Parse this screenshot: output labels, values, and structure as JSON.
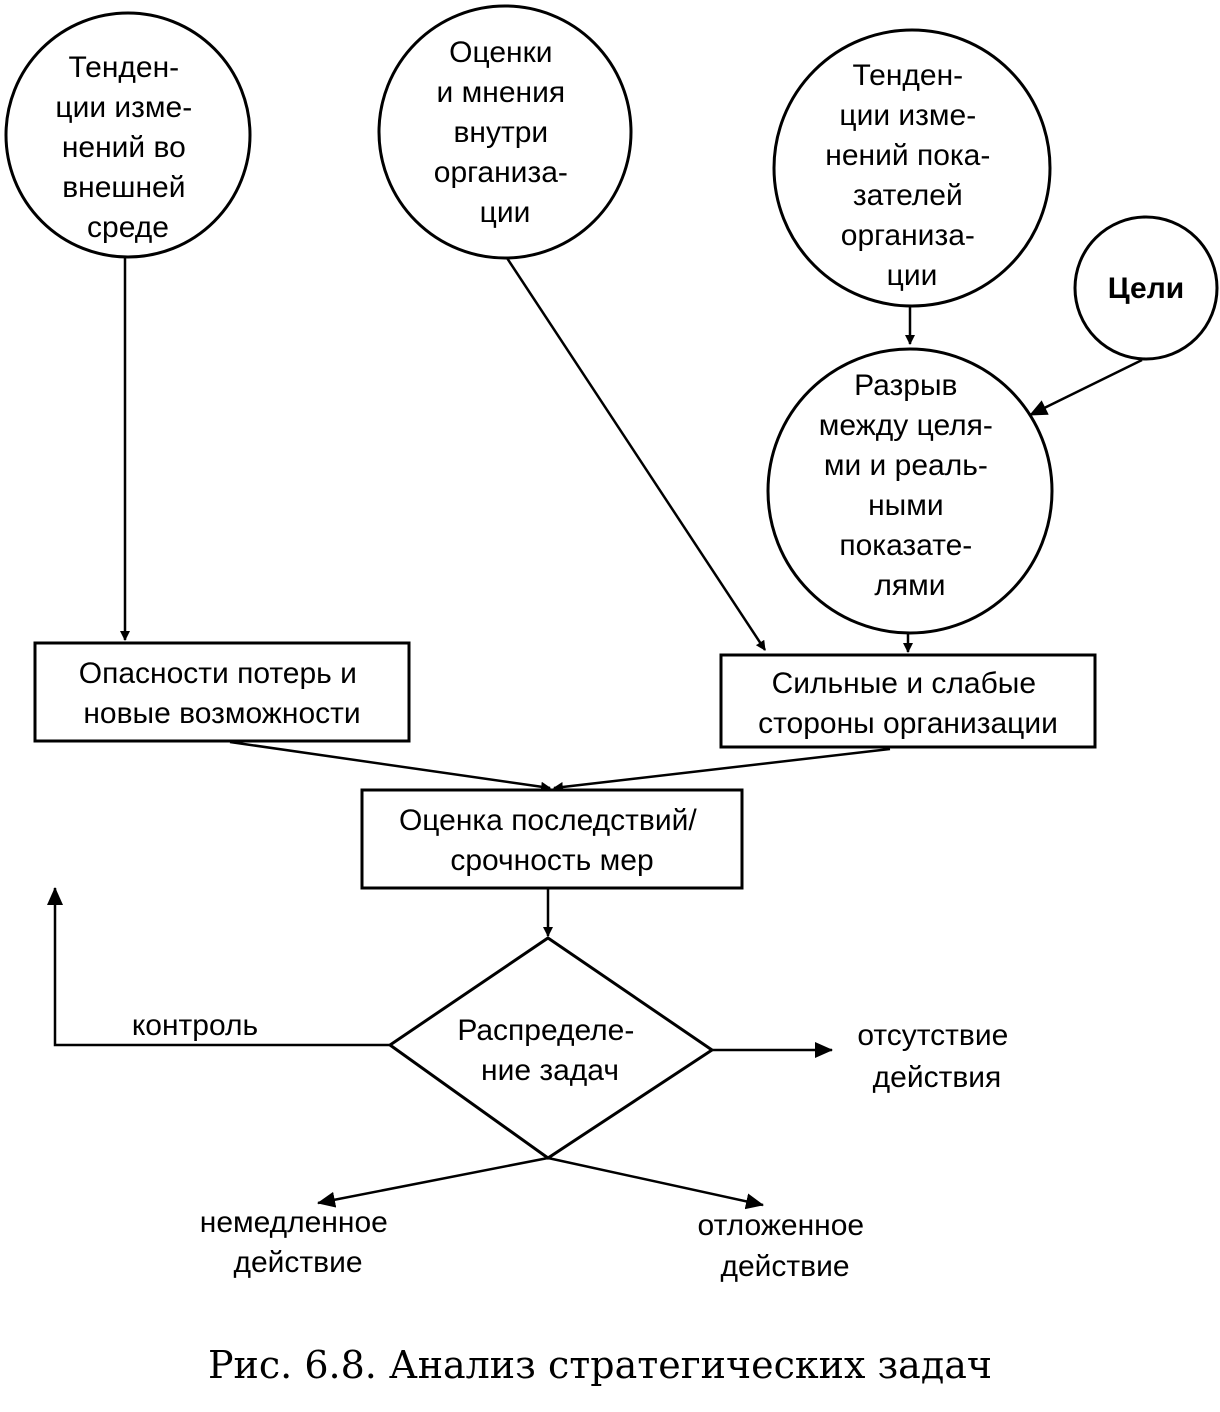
{
  "nodes": {
    "external_trends": [
      "Тенден-",
      "ции изме-",
      "нений во",
      "внешней",
      "среде"
    ],
    "internal_opinions": [
      "Оценки",
      "и мнения",
      "внутри",
      "организа-",
      "ции"
    ],
    "indicator_trends": [
      "Тенден-",
      "ции изме-",
      "нений пока-",
      "зателей",
      "организа-",
      "ции"
    ],
    "goals": [
      "Цели"
    ],
    "gap": [
      "Разрыв",
      "между целя-",
      "ми и реаль-",
      "ными",
      "показате-",
      "лями"
    ],
    "threats_opportunities": [
      "Опасности потерь и",
      "новые возможности"
    ],
    "strengths_weaknesses": [
      "Сильные и слабые",
      "стороны организации"
    ],
    "impact_assessment": [
      "Оценка последствий/",
      "срочность мер"
    ],
    "task_distribution": [
      "Распределе-",
      "ние задач"
    ]
  },
  "outcomes": {
    "control": [
      "контроль"
    ],
    "no_action": [
      "отсутствие",
      "действия"
    ],
    "immediate_action": [
      "немедленное",
      "действие"
    ],
    "deferred_action": [
      "отложенное",
      "действие"
    ]
  },
  "caption": "Рис. 6.8. Анализ стратегических задач"
}
